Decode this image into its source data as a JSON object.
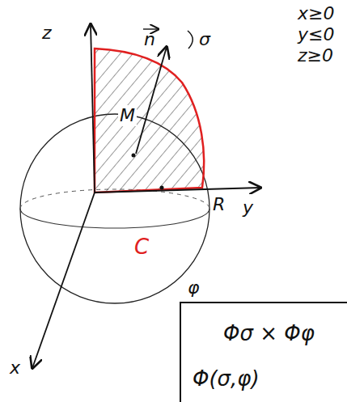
{
  "diagram": {
    "nodes": [
      {
        "text": [
          "Φσ × Φφ",
          "Φ(σ,φ)"
        ]
      }
    ],
    "labels": [
      "x≥0",
      "y≤0",
      "z≥0",
      "z",
      "n",
      "σ",
      "M",
      "R",
      "y",
      "C",
      "x",
      "φ"
    ]
  }
}
